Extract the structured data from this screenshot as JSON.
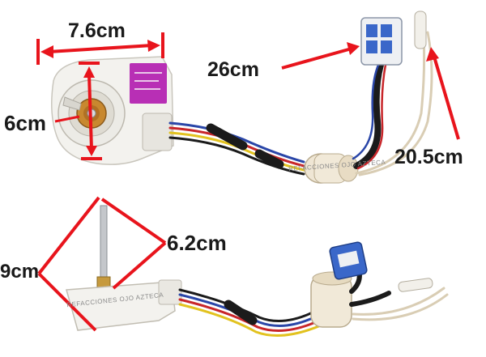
{
  "labels": {
    "width_fan": "7.6cm",
    "height_fan": "6cm",
    "cable_connector": "26cm",
    "cable_sensor": "20.5cm",
    "shaft": "6.2cm",
    "total_height": "9cm"
  },
  "watermarks": {
    "top": "REFACCIONES OJO AZTECA",
    "bottom": "REFACCIONES OJO AZTECA"
  },
  "colors": {
    "annotation": "#e8141c",
    "fan_body": "#f1f0ec",
    "label_purple": "#b82fb5",
    "wire_black": "#1b1b1b",
    "wire_red": "#c8262a",
    "wire_blue": "#2a46a8",
    "wire_yellow": "#e2c21f",
    "connector_blue": "#3a67c9"
  }
}
